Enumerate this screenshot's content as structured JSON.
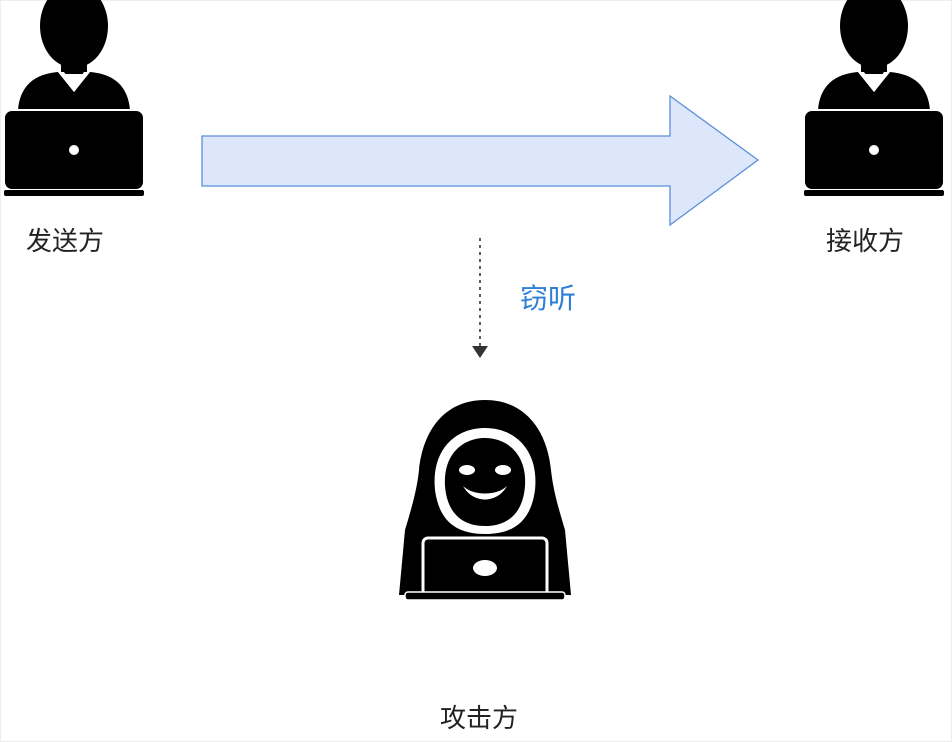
{
  "nodes": {
    "sender": {
      "label": "发送方"
    },
    "receiver": {
      "label": "接收方"
    },
    "attacker": {
      "label": "攻击方"
    }
  },
  "edges": {
    "transmission": {
      "from": "sender",
      "to": "receiver",
      "style": "block-arrow"
    },
    "eavesdrop": {
      "label": "窃听",
      "style": "dashed"
    }
  },
  "colors": {
    "arrow_fill": "#dce7fb",
    "arrow_stroke": "#5b8fd9",
    "eavesdrop_label": "#2e7fd6",
    "icon": "#000000",
    "text": "#222222"
  },
  "icons": {
    "sender": "user-laptop-icon",
    "receiver": "user-laptop-icon",
    "attacker": "hacker-hood-laptop-icon"
  }
}
